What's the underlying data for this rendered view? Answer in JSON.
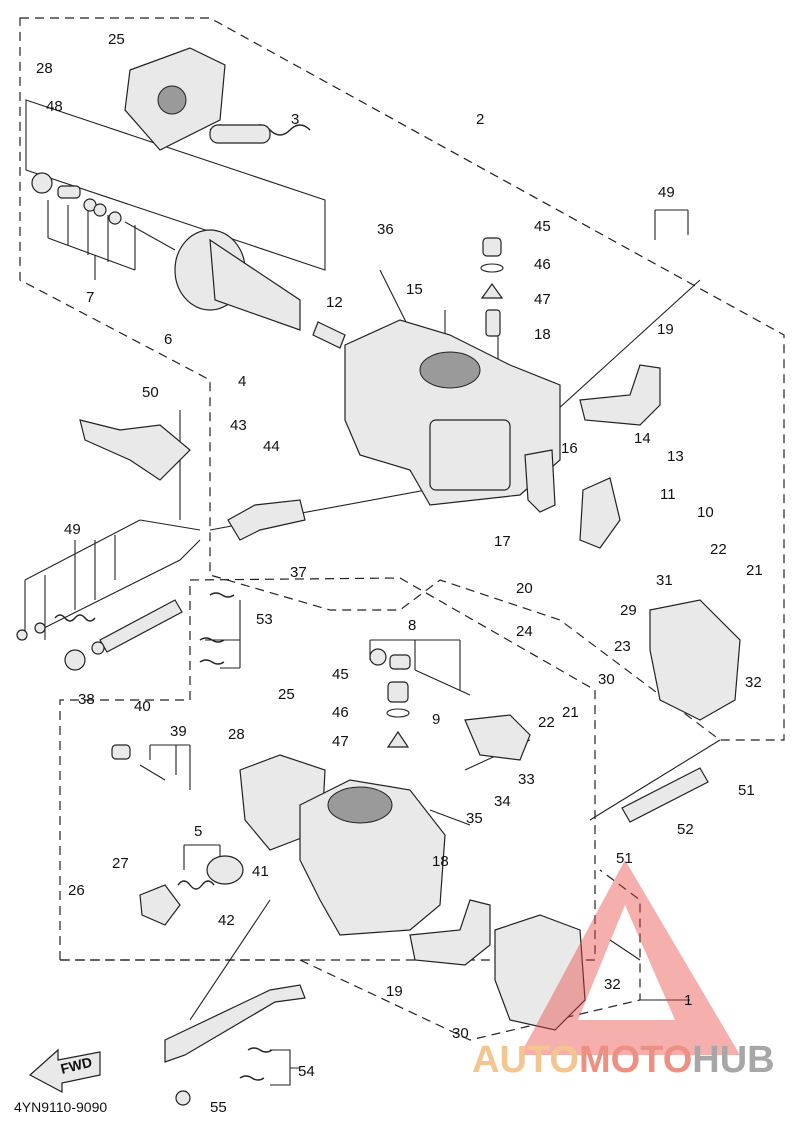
{
  "diagram_code": "4YN9110-9090",
  "direction_label": "FWD",
  "watermark": {
    "auto": "AUTO",
    "moto": "MOTO",
    "hub": "HUB",
    "color_triangle": "#e8403a"
  },
  "callouts": [
    {
      "id": "c25a",
      "label": "25"
    },
    {
      "id": "c28a",
      "label": "28"
    },
    {
      "id": "c48",
      "label": "48"
    },
    {
      "id": "c3",
      "label": "3"
    },
    {
      "id": "c2",
      "label": "2"
    },
    {
      "id": "c7",
      "label": "7"
    },
    {
      "id": "c6",
      "label": "6"
    },
    {
      "id": "c36",
      "label": "36"
    },
    {
      "id": "c45a",
      "label": "45"
    },
    {
      "id": "c46a",
      "label": "46"
    },
    {
      "id": "c47a",
      "label": "47"
    },
    {
      "id": "c18a",
      "label": "18"
    },
    {
      "id": "c15",
      "label": "15"
    },
    {
      "id": "c12",
      "label": "12"
    },
    {
      "id": "c49a",
      "label": "49"
    },
    {
      "id": "c19a",
      "label": "19"
    },
    {
      "id": "c4",
      "label": "4"
    },
    {
      "id": "c50",
      "label": "50"
    },
    {
      "id": "c43",
      "label": "43"
    },
    {
      "id": "c44",
      "label": "44"
    },
    {
      "id": "c14",
      "label": "14"
    },
    {
      "id": "c13",
      "label": "13"
    },
    {
      "id": "c16",
      "label": "16"
    },
    {
      "id": "c11",
      "label": "11"
    },
    {
      "id": "c10",
      "label": "10"
    },
    {
      "id": "c17",
      "label": "17"
    },
    {
      "id": "c49b",
      "label": "49"
    },
    {
      "id": "c37",
      "label": "37"
    },
    {
      "id": "c22a",
      "label": "22"
    },
    {
      "id": "c21a",
      "label": "21"
    },
    {
      "id": "c31",
      "label": "31"
    },
    {
      "id": "c20",
      "label": "20"
    },
    {
      "id": "c29",
      "label": "29"
    },
    {
      "id": "c53",
      "label": "53"
    },
    {
      "id": "c24",
      "label": "24"
    },
    {
      "id": "c23",
      "label": "23"
    },
    {
      "id": "c8",
      "label": "8"
    },
    {
      "id": "c30a",
      "label": "30"
    },
    {
      "id": "c32a",
      "label": "32"
    },
    {
      "id": "c38",
      "label": "38"
    },
    {
      "id": "c45b",
      "label": "45"
    },
    {
      "id": "c25b",
      "label": "25"
    },
    {
      "id": "c9",
      "label": "9"
    },
    {
      "id": "c22b",
      "label": "22"
    },
    {
      "id": "c21b",
      "label": "21"
    },
    {
      "id": "c40",
      "label": "40"
    },
    {
      "id": "c46b",
      "label": "46"
    },
    {
      "id": "c39",
      "label": "39"
    },
    {
      "id": "c28b",
      "label": "28"
    },
    {
      "id": "c47b",
      "label": "47"
    },
    {
      "id": "c33",
      "label": "33"
    },
    {
      "id": "c34",
      "label": "34"
    },
    {
      "id": "c51a",
      "label": "51"
    },
    {
      "id": "c35",
      "label": "35"
    },
    {
      "id": "c52",
      "label": "52"
    },
    {
      "id": "c5",
      "label": "5"
    },
    {
      "id": "c51b",
      "label": "51"
    },
    {
      "id": "c27",
      "label": "27"
    },
    {
      "id": "c41",
      "label": "41"
    },
    {
      "id": "c18b",
      "label": "18"
    },
    {
      "id": "c26",
      "label": "26"
    },
    {
      "id": "c42",
      "label": "42"
    },
    {
      "id": "c32b",
      "label": "32"
    },
    {
      "id": "c1",
      "label": "1"
    },
    {
      "id": "c19b",
      "label": "19"
    },
    {
      "id": "c30b",
      "label": "30"
    },
    {
      "id": "c54",
      "label": "54"
    },
    {
      "id": "c55",
      "label": "55"
    }
  ]
}
